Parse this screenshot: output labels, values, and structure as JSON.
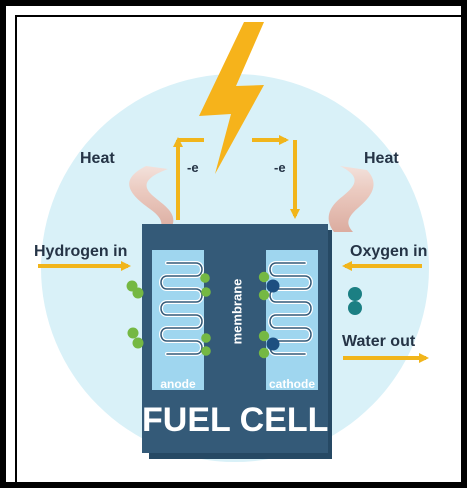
{
  "labels": {
    "heat_left": "Heat",
    "heat_right": "Heat",
    "electron_left": "-e",
    "electron_right": "-e",
    "hydrogen_in": "Hydrogen in",
    "oxygen_in": "Oxygen in",
    "water_out": "Water out",
    "anode": "anode",
    "membrane": "membrane",
    "cathode": "cathode",
    "fuel_cell": "FUEL CELL"
  },
  "colors": {
    "background_circle": "#d9f1f8",
    "fuel_cell_body": "#345a78",
    "fuel_cell_shadow": "#264964",
    "electrode_fill": "#9fd6ef",
    "arrow": "#f1b51b",
    "lightning": "#f6b31b",
    "heat": "#e8b7a8",
    "coil": "#ffffff",
    "green_particle": "#75b843",
    "blue_particle": "#1d4f80",
    "water_particle": "#1b7f83",
    "text": "#253446"
  },
  "icons": {
    "power": "lightning-icon",
    "heat": "heat-wave-icon",
    "flow": "arrow-icon",
    "particle": "molecule-icon"
  }
}
